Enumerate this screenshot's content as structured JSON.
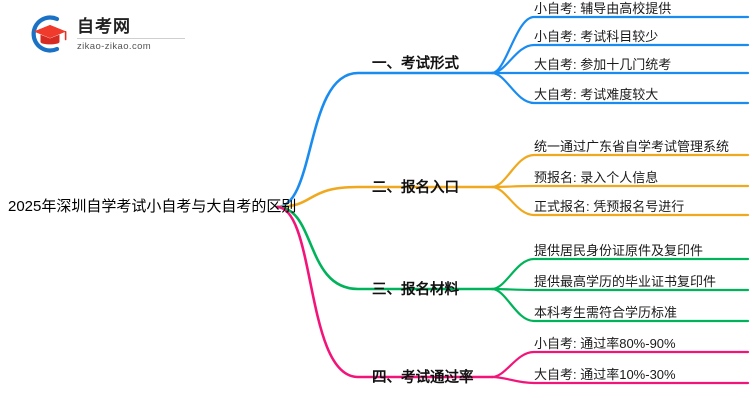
{
  "logo": {
    "name_cn": "自考网",
    "url": "zikao-zikao.com",
    "mark_arc_color": "#1b72c4",
    "mark_cap_color": "#e03127"
  },
  "mindmap": {
    "root": {
      "label": "2025年深圳自学考试小自考与大自考的区别"
    },
    "branches": [
      {
        "label": "一、考试形式",
        "color": "#1a8cf0",
        "leaves": [
          {
            "label": "小自考: 辅导由高校提供"
          },
          {
            "label": "小自考: 考试科目较少"
          },
          {
            "label": "大自考: 参加十几门统考"
          },
          {
            "label": "大自考: 考试难度较大"
          }
        ]
      },
      {
        "label": "二、报名入口",
        "color": "#f0a81e",
        "leaves": [
          {
            "label": "统一通过广东省自学考试管理系统"
          },
          {
            "label": "预报名: 录入个人信息"
          },
          {
            "label": "正式报名: 凭预报名号进行"
          }
        ]
      },
      {
        "label": "三、报名材料",
        "color": "#00b35a",
        "leaves": [
          {
            "label": "提供居民身份证原件及复印件"
          },
          {
            "label": "提供最高学历的毕业证书复印件"
          },
          {
            "label": "本科考生需符合学历标准"
          }
        ]
      },
      {
        "label": "四、考试通过率",
        "color": "#f3147a",
        "leaves": [
          {
            "label": "小自考: 通过率80%-90%"
          },
          {
            "label": "大自考: 通过率10%-30%"
          }
        ]
      }
    ]
  }
}
